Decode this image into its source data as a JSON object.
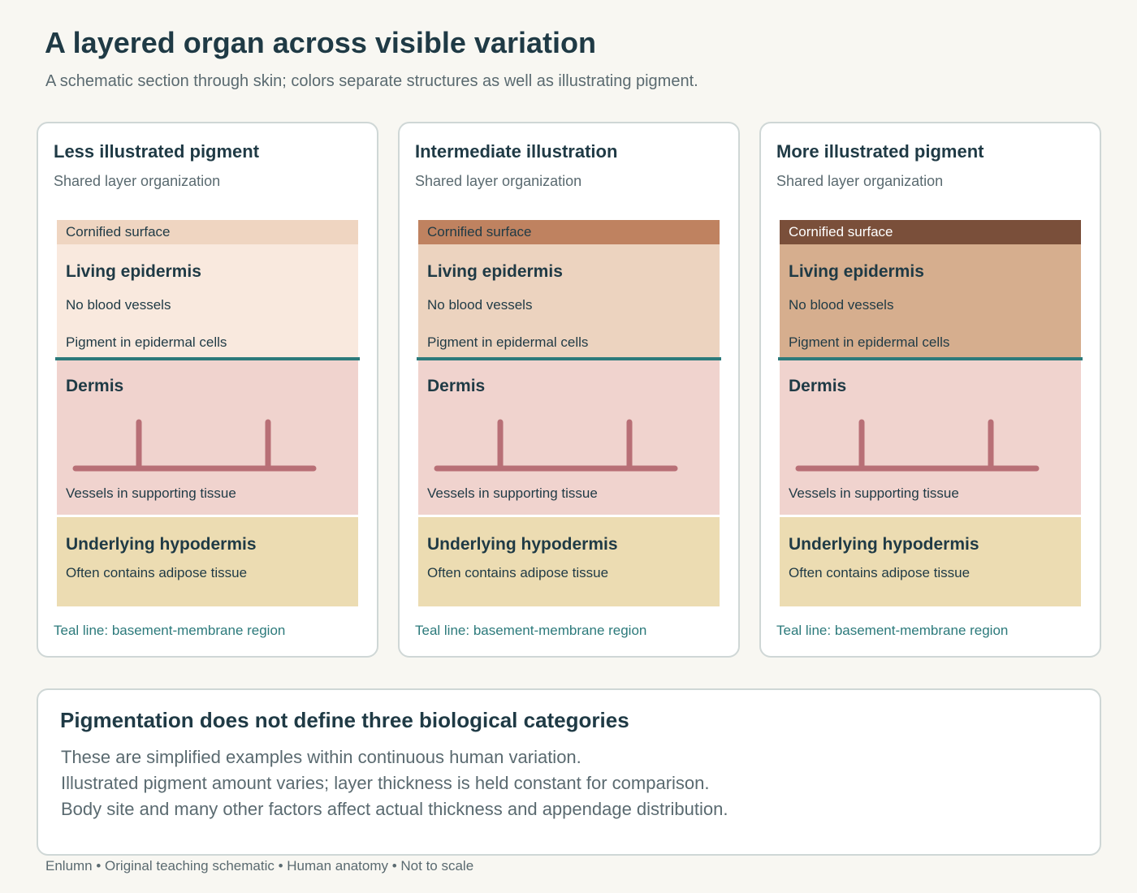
{
  "header": {
    "title": "A layered organ across visible variation",
    "subtitle": "A schematic section through skin; colors separate structures as well as illustrating pigment."
  },
  "layer_text": {
    "cornified": "Cornified surface",
    "epidermis_title": "Living epidermis",
    "epidermis_note1": "No blood vessels",
    "epidermis_note2": "Pigment in epidermal cells",
    "dermis_title": "Dermis",
    "dermis_note": "Vessels in supporting tissue",
    "hypodermis_title": "Underlying hypodermis",
    "hypodermis_note": "Often contains adipose tissue",
    "membrane_note": "Teal line: basement-membrane region"
  },
  "panels": [
    {
      "title": "Less illustrated pigment",
      "subtitle": "Shared layer organization",
      "colors": {
        "cornified": "#efd5c1",
        "cornified_text": "#1f3a45",
        "epidermis": "#f9e9de"
      }
    },
    {
      "title": "Intermediate illustration",
      "subtitle": "Shared layer organization",
      "colors": {
        "cornified": "#bf8260",
        "cornified_text": "#1f3a45",
        "epidermis": "#ecd3bf"
      }
    },
    {
      "title": "More illustrated pigment",
      "subtitle": "Shared layer organization",
      "colors": {
        "cornified": "#7a4f3a",
        "cornified_text": "#ffffff",
        "epidermis": "#d6ae8e"
      }
    }
  ],
  "colors": {
    "membrane": "#2c7a7b",
    "dermis": "#f0d3ce",
    "vessel": "#b86f76",
    "hypodermis": "#ecdcb2"
  },
  "note": {
    "title": "Pigmentation does not define three biological categories",
    "lines": [
      "These are simplified examples within continuous human variation.",
      "Illustrated pigment amount varies; layer thickness is held constant for comparison.",
      "Body site and many other factors affect actual thickness and appendage distribution."
    ]
  },
  "footer": "Enlumn • Original teaching schematic • Human anatomy • Not to scale"
}
